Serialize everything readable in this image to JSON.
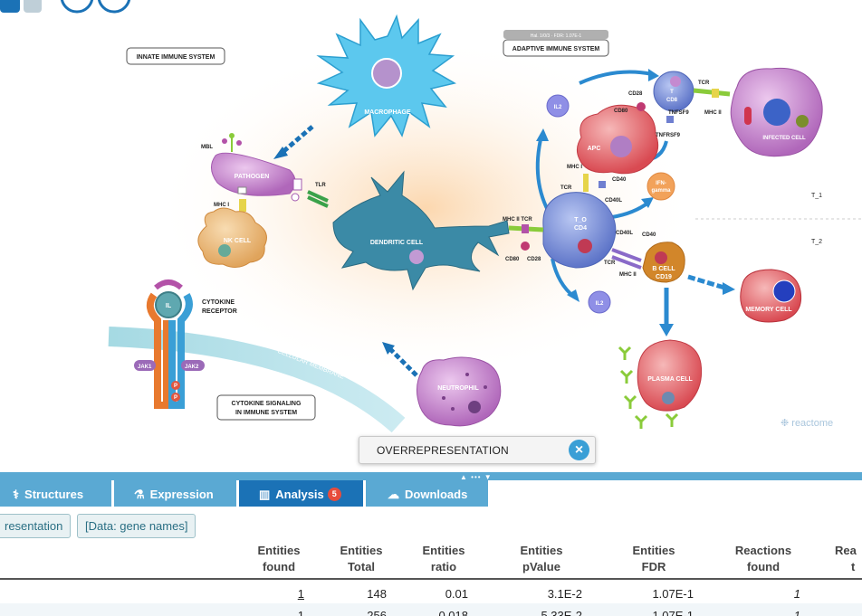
{
  "diagram": {
    "labels": {
      "innate": "INNATE IMMUNE SYSTEM",
      "adaptive": "ADAPTIVE IMMUNE SYSTEM",
      "adaptive_tag": "Hal. 1/0/3 · FDR: 1.07E-1",
      "macrophage": "MACROPHAGE",
      "pathogen": "PATHOGEN",
      "mbl": "MBL",
      "mhc_i": "MHC I",
      "nk_cell": "NK CELL",
      "tlr": "TLR",
      "dendritic": "DENDRITIC CELL",
      "il": "IL",
      "cytokine_receptor_1": "CYTOKINE",
      "cytokine_receptor_2": "RECEPTOR",
      "jak1": "JAK1",
      "jak2": "JAK2",
      "p": "P",
      "membrane": "CELLULAR MEMBRANE",
      "cytokine_signaling_1": "CYTOKINE SIGNALING",
      "cytokine_signaling_2": "IN IMMUNE SYSTEM",
      "neutrophil": "NEUTROPHIL",
      "il2": "IL2",
      "apc": "APC",
      "t_cd8_1": "T",
      "t_cd8_2": "CD8",
      "tcr": "TCR",
      "cd28": "CD28",
      "cd80": "CD80",
      "tnfsf9": "TNFSF9",
      "tnfrsf9": "TNFRSF9",
      "mhc_ii": "MHC II",
      "infected": "INFECTED CELL",
      "cd40": "CD40",
      "cd40l": "CD40L",
      "ifn_1": "IFN-",
      "ifn_2": "gamma",
      "mhc_ii_tcr": "MHC II  TCR",
      "t_cd4_1": "T_O",
      "t_cd4_2": "CD4",
      "b_cell_1": "B CELL",
      "b_cell_2": "CD19",
      "memory": "MEMORY CELL",
      "plasma": "PLASMA CELL",
      "t1": "T_1",
      "t2": "T_2"
    },
    "logo": "reactome"
  },
  "overrepresentation": {
    "label": "OVERREPRESENTATION",
    "close_icon": "×"
  },
  "tabs": [
    {
      "label": "Structures",
      "icon": "⚕"
    },
    {
      "label": "Expression",
      "icon": "⚗"
    },
    {
      "label": "Analysis",
      "icon": "▥",
      "badge": "5"
    },
    {
      "label": "Downloads",
      "icon": "☁"
    }
  ],
  "buttons": {
    "representation": "resentation",
    "data": "[Data: gene names]"
  },
  "table": {
    "headers": [
      {
        "l1": "Entities",
        "l2": "found"
      },
      {
        "l1": "Entities",
        "l2": "Total"
      },
      {
        "l1": "Entities",
        "l2": "ratio"
      },
      {
        "l1": "Entities",
        "l2": "pValue"
      },
      {
        "l1": "Entities",
        "l2": "FDR"
      },
      {
        "l1": "Reactions",
        "l2": "found"
      },
      {
        "l1": "Rea",
        "l2": "t"
      }
    ],
    "rows": [
      {
        "found": "1",
        "total": "148",
        "ratio": "0.01",
        "pvalue": "3.1E-2",
        "fdr": "1.07E-1",
        "reactions": "1"
      },
      {
        "found": "1",
        "total": "256",
        "ratio": "0.018",
        "pvalue": "5.33E-2",
        "fdr": "1.07E-1",
        "reactions": "1"
      }
    ]
  }
}
